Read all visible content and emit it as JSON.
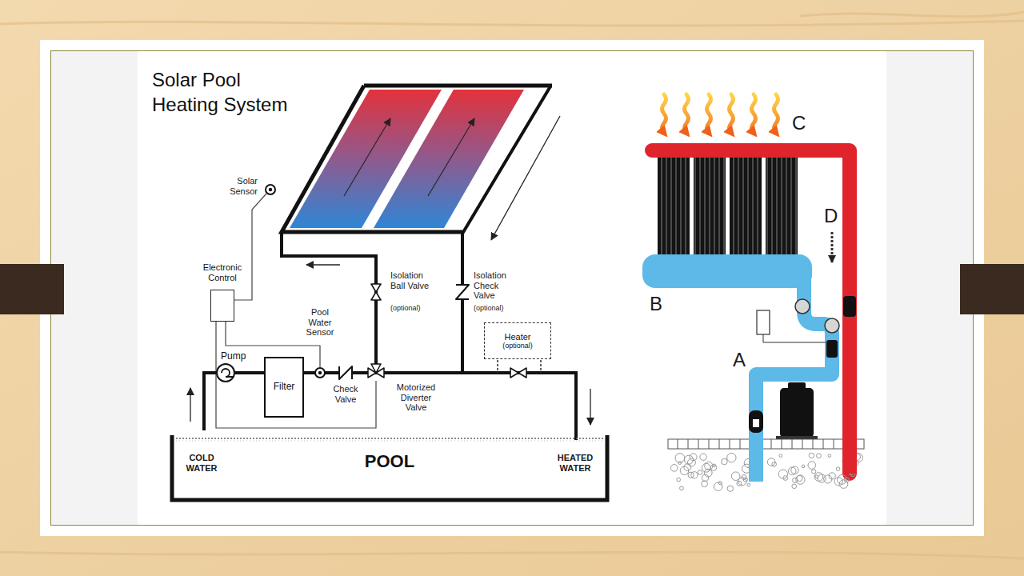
{
  "diagram": {
    "title": "Solar Pool Heating System",
    "nodes": [
      {
        "text": [
          "Electronic Control"
        ]
      },
      {
        "text": [
          "Pump"
        ]
      },
      {
        "text": [
          "Filter"
        ]
      },
      {
        "text": [
          "Heater",
          "(optional)"
        ]
      },
      {
        "text": [
          "POOL"
        ]
      }
    ],
    "edges": [
      {
        "from": 4,
        "to": 1,
        "arrow": "none"
      },
      {
        "from": 1,
        "to": 2,
        "arrow": "none"
      }
    ],
    "labels": [
      "Solar Sensor",
      "Pool Water Sensor",
      "Check Valve",
      "Motorized Diverter Valve",
      "Isolation Ball Valve",
      "(optional)",
      "Isolation Check Valve",
      "(optional)",
      "COLD WATER",
      "HEATED WATER",
      "A",
      "B",
      "C",
      "D"
    ]
  }
}
